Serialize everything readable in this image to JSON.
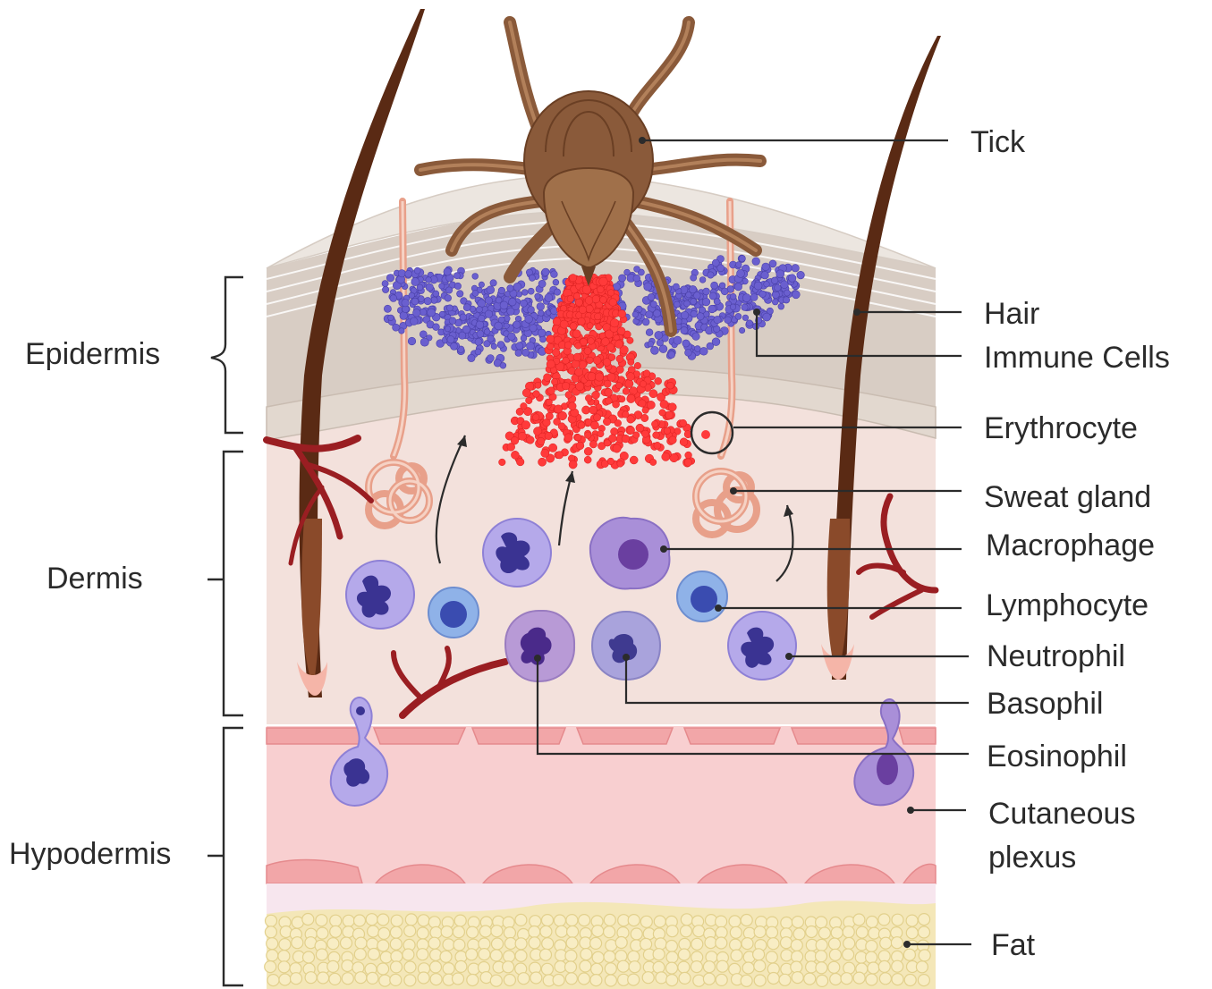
{
  "right_labels": [
    {
      "key": "tick",
      "text": "Tick"
    },
    {
      "key": "hair",
      "text": "Hair"
    },
    {
      "key": "immune",
      "text": "Immune Cells"
    },
    {
      "key": "erythrocyte",
      "text": "Erythrocyte"
    },
    {
      "key": "sweat",
      "text": "Sweat gland"
    },
    {
      "key": "macrophage",
      "text": "Macrophage"
    },
    {
      "key": "lymphocyte",
      "text": "Lymphocyte"
    },
    {
      "key": "neutrophil",
      "text": "Neutrophil"
    },
    {
      "key": "basophil",
      "text": "Basophil"
    },
    {
      "key": "eosinophil",
      "text": "Eosinophil"
    },
    {
      "key": "cutaneous",
      "text": "Cutaneous",
      "text2": "plexus"
    },
    {
      "key": "fat",
      "text": "Fat"
    }
  ],
  "left_labels": [
    {
      "key": "epidermis",
      "text": "Epidermis"
    },
    {
      "key": "dermis",
      "text": "Dermis"
    },
    {
      "key": "hypodermis",
      "text": "Hypodermis"
    }
  ],
  "colors": {
    "tick_body": "#8a5a3a",
    "tick_shield": "#a0704a",
    "hair": "#5a2a14",
    "epidermis": "#d8cdc4",
    "dermis": "#f3e1dc",
    "plexus": "#f8cfd0",
    "fat": "#f4e7b8",
    "erythrocyte": "#ff3a3a",
    "immune": "#6a5fcf",
    "vessel": "#9a1e22"
  }
}
